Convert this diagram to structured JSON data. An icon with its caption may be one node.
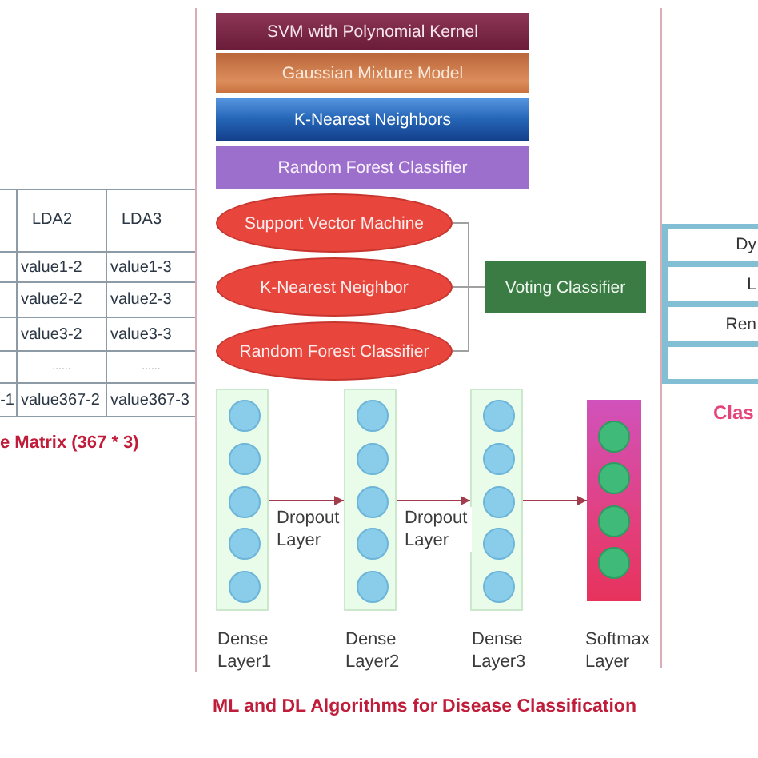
{
  "diagram": {
    "nodes": [
      {
        "text": [
          "SVM with Polynomial Kernel"
        ]
      },
      {
        "text": [
          "Gaussian Mixture Model"
        ]
      },
      {
        "text": [
          "K-Nearest Neighbors"
        ]
      },
      {
        "text": [
          "Random Forest Classifier"
        ]
      },
      {
        "text": [
          "Support Vector Machine"
        ]
      },
      {
        "text": [
          "K-Nearest Neighbor"
        ]
      },
      {
        "text": [
          "Random Forest Classifier"
        ]
      },
      {
        "text": [
          "Voting Classifier"
        ]
      },
      {
        "text": [
          "Dense Layer1"
        ]
      },
      {
        "text": [],
        "shape": "circle",
        "in": 8
      },
      {
        "text": [],
        "shape": "circle",
        "in": 8
      },
      {
        "text": [],
        "shape": "circle",
        "in": 8
      },
      {
        "text": [],
        "shape": "circle",
        "in": 8
      },
      {
        "text": [],
        "shape": "circle",
        "in": 8
      },
      {
        "text": [
          "Dense Layer2"
        ]
      },
      {
        "text": [],
        "shape": "circle",
        "in": 14
      },
      {
        "text": [],
        "shape": "circle",
        "in": 14
      },
      {
        "text": [],
        "shape": "circle",
        "in": 14
      },
      {
        "text": [],
        "shape": "circle",
        "in": 14
      },
      {
        "text": [],
        "shape": "circle",
        "in": 14
      },
      {
        "text": [
          "Dense Layer3"
        ]
      },
      {
        "text": [],
        "shape": "circle",
        "in": 20
      },
      {
        "text": [],
        "shape": "circle",
        "in": 20
      },
      {
        "text": [],
        "shape": "circle",
        "in": 20
      },
      {
        "text": [],
        "shape": "circle",
        "in": 20
      },
      {
        "text": [],
        "shape": "circle",
        "in": 20
      },
      {
        "text": [
          "Softmax Layer"
        ]
      },
      {
        "text": [],
        "shape": "circle",
        "in": 26
      },
      {
        "text": [],
        "shape": "circle",
        "in": 26
      },
      {
        "text": [],
        "shape": "circle",
        "in": 26
      },
      {
        "text": [],
        "shape": "circle",
        "in": 26
      },
      {
        "text": [],
        "shape": "box"
      },
      {
        "text": [
          "Dy"
        ],
        "in": 31
      },
      {
        "text": [
          "L"
        ],
        "in": 31
      },
      {
        "text": [
          "Ren"
        ],
        "in": 31
      },
      {
        "text": [],
        "shape": "box",
        "in": 31
      }
    ],
    "edges": [
      {
        "from": 4,
        "to": 7,
        "arrow": "none"
      },
      {
        "from": 5,
        "to": 7,
        "arrow": "none"
      },
      {
        "from": 6,
        "to": 7,
        "arrow": "none"
      },
      {
        "from": 8,
        "to": 14,
        "arrow": "to",
        "label": "Dropout Layer",
        "color": "#a23b4b"
      },
      {
        "from": 14,
        "to": 20,
        "arrow": "to",
        "label": "Dropout Layer",
        "color": "#a23b4b"
      },
      {
        "from": 20,
        "to": 26,
        "arrow": "to",
        "color": "#a23b4b"
      }
    ],
    "labels": [
      "LDA2",
      "LDA3",
      "value1-2",
      "value1-3",
      "value2-2",
      "value2-3",
      "value3-2",
      "value3-3",
      "......",
      "......",
      "-1",
      "value367-2",
      "value367-3",
      "e Matrix (367 * 3)",
      "ML and DL Algorithms for Disease Classification",
      "Clas"
    ]
  }
}
